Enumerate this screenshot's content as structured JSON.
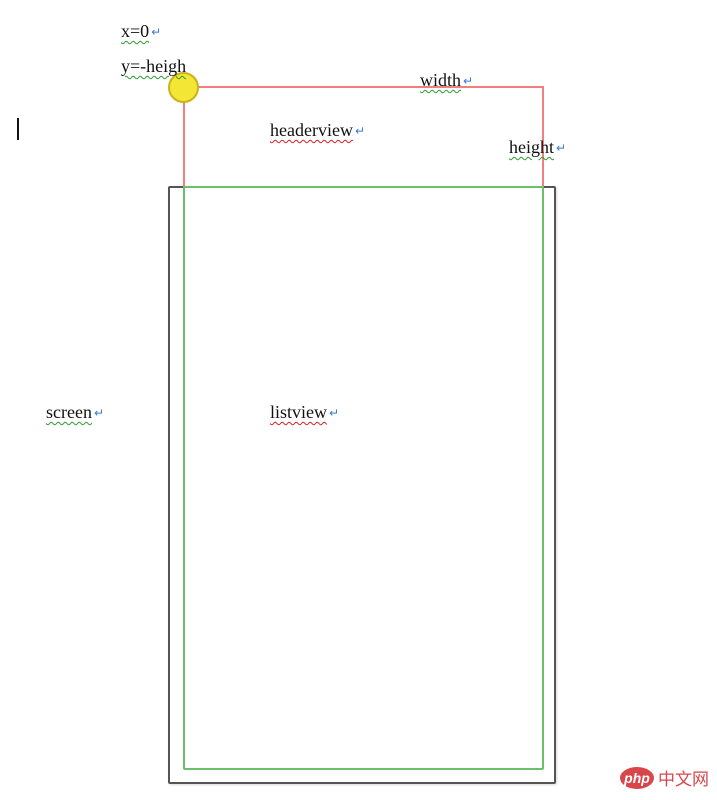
{
  "labels": {
    "x_eq": "x=0",
    "y_eq": "y=-heigh",
    "width": "width",
    "headerview": "headerview",
    "height": "height",
    "screen": "screen",
    "listview": "listview"
  },
  "return_mark": "↵",
  "colors": {
    "header_border": "#f07f7f",
    "listview_border": "#6cbf6c",
    "screen_border": "#555555",
    "origin_dot_fill": "#f4e635",
    "return_mark": "#3a7bd5",
    "logo": "#d9464a"
  },
  "logo": {
    "badge": "php",
    "text": "中文网"
  }
}
